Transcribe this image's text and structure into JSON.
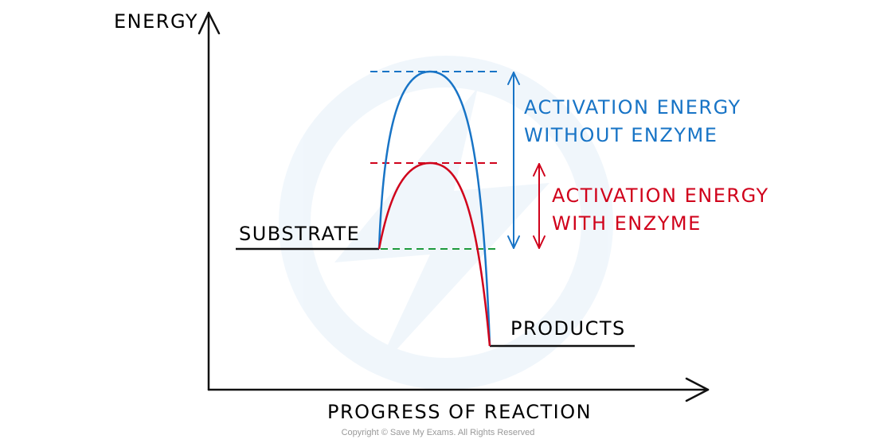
{
  "axes": {
    "y_label": "ENERGY",
    "x_label": "PROGRESS OF REACTION"
  },
  "levels": {
    "substrate": "SUBSTRATE",
    "products": "PRODUCTS"
  },
  "annotations": {
    "without_enzyme": [
      "ACTIVATION ENERGY",
      "WITHOUT ENZYME"
    ],
    "with_enzyme": [
      "ACTIVATION ENERGY",
      "WITH ENZYME"
    ]
  },
  "colors": {
    "without_enzyme": "#1874c6",
    "with_enzyme": "#d0021b",
    "baseline": "#1e9a3c",
    "axis": "#111111"
  },
  "copyright": "Copyright © Save My Exams. All Rights Reserved"
}
